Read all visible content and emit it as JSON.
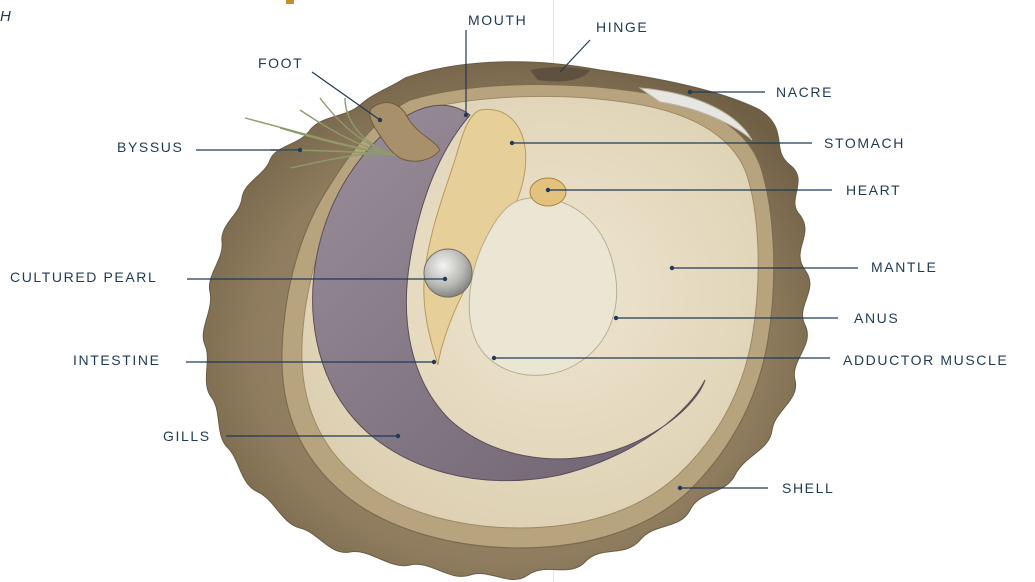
{
  "corner_text": "H",
  "labels": {
    "mouth": "MOUTH",
    "hinge": "HINGE",
    "foot": "FOOT",
    "nacre": "NACRE",
    "byssus": "BYSSUS",
    "stomach": "STOMACH",
    "heart": "HEART",
    "cultured_pearl": "CULTURED PEARL",
    "mantle": "MANTLE",
    "anus": "ANUS",
    "intestine": "INTESTINE",
    "adductor_muscle": "ADDUCTOR MUSCLE",
    "gills": "GILLS",
    "shell": "SHELL"
  },
  "colors": {
    "label_text": "#1f3a56",
    "leader_line": "#1f3a56",
    "shell": "#8b7758",
    "mantle": "#e9dfc8",
    "gills": "#8a7c8a",
    "organs": "#e3c98e",
    "accent": "#c98f2a"
  }
}
